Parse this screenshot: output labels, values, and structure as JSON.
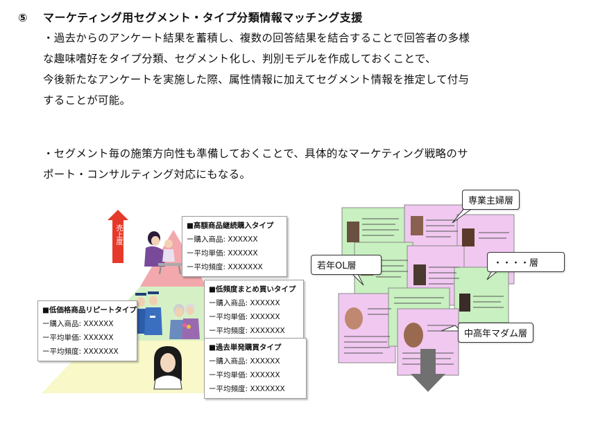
{
  "heading": {
    "number": "⑤",
    "title": "マーケティング用セグメント・タイプ分類情報マッチング支援"
  },
  "paragraph1": [
    "・過去からのアンケート結果を蓄積し、複数の回答結果を結合することで回答者の多様",
    "な趣味嗜好をタイプ分類、セグメント化し、判別モデルを作成しておくことで、",
    "今後新たなアンケートを実施した際、属性情報に加えてセグメント情報を推定して付与",
    "することが可能。"
  ],
  "paragraph2": [
    "・セグメント毎の施策方向性も準備しておくことで、具体的なマーケティング戦略のサ",
    "ポート・コンサルティング対応にもなる。"
  ],
  "pyramid": {
    "arrow_label": "売上度",
    "colors": {
      "top": "#f2a8ac",
      "middle": "#d6f0c6",
      "bottom": "#f8f8c8",
      "arrow": "#e53a2a"
    },
    "boxes": [
      {
        "title": "■高額商品継続購入タイプ",
        "rows": [
          "ー購入商品: XXXXXX",
          "ー平均単価: XXXXXX",
          "ー平均頻度: XXXXXXX"
        ]
      },
      {
        "title": "■低頻度まとめ買いタイプ",
        "rows": [
          "ー購入商品: XXXXXX",
          "ー平均単価: XXXXXX",
          "ー平均頻度: XXXXXXX"
        ]
      },
      {
        "title": "■低価格商品リピートタイプ",
        "rows": [
          "ー購入商品: XXXXXX",
          "ー平均単価: XXXXXX",
          "ー平均頻度: XXXXXXX"
        ]
      },
      {
        "title": "■過去単発購買タイプ",
        "rows": [
          "ー購入商品: XXXXXX",
          "ー平均単価: XXXXXX",
          "ー平均頻度: XXXXXXX"
        ]
      }
    ]
  },
  "segments": {
    "callouts": [
      "専業主婦層",
      "若年OL層",
      "・・・・層",
      "中高年マダム層"
    ],
    "colors": {
      "green": "#c8f0c0",
      "pink": "#f0c8f0",
      "arrow": "#707070"
    }
  }
}
